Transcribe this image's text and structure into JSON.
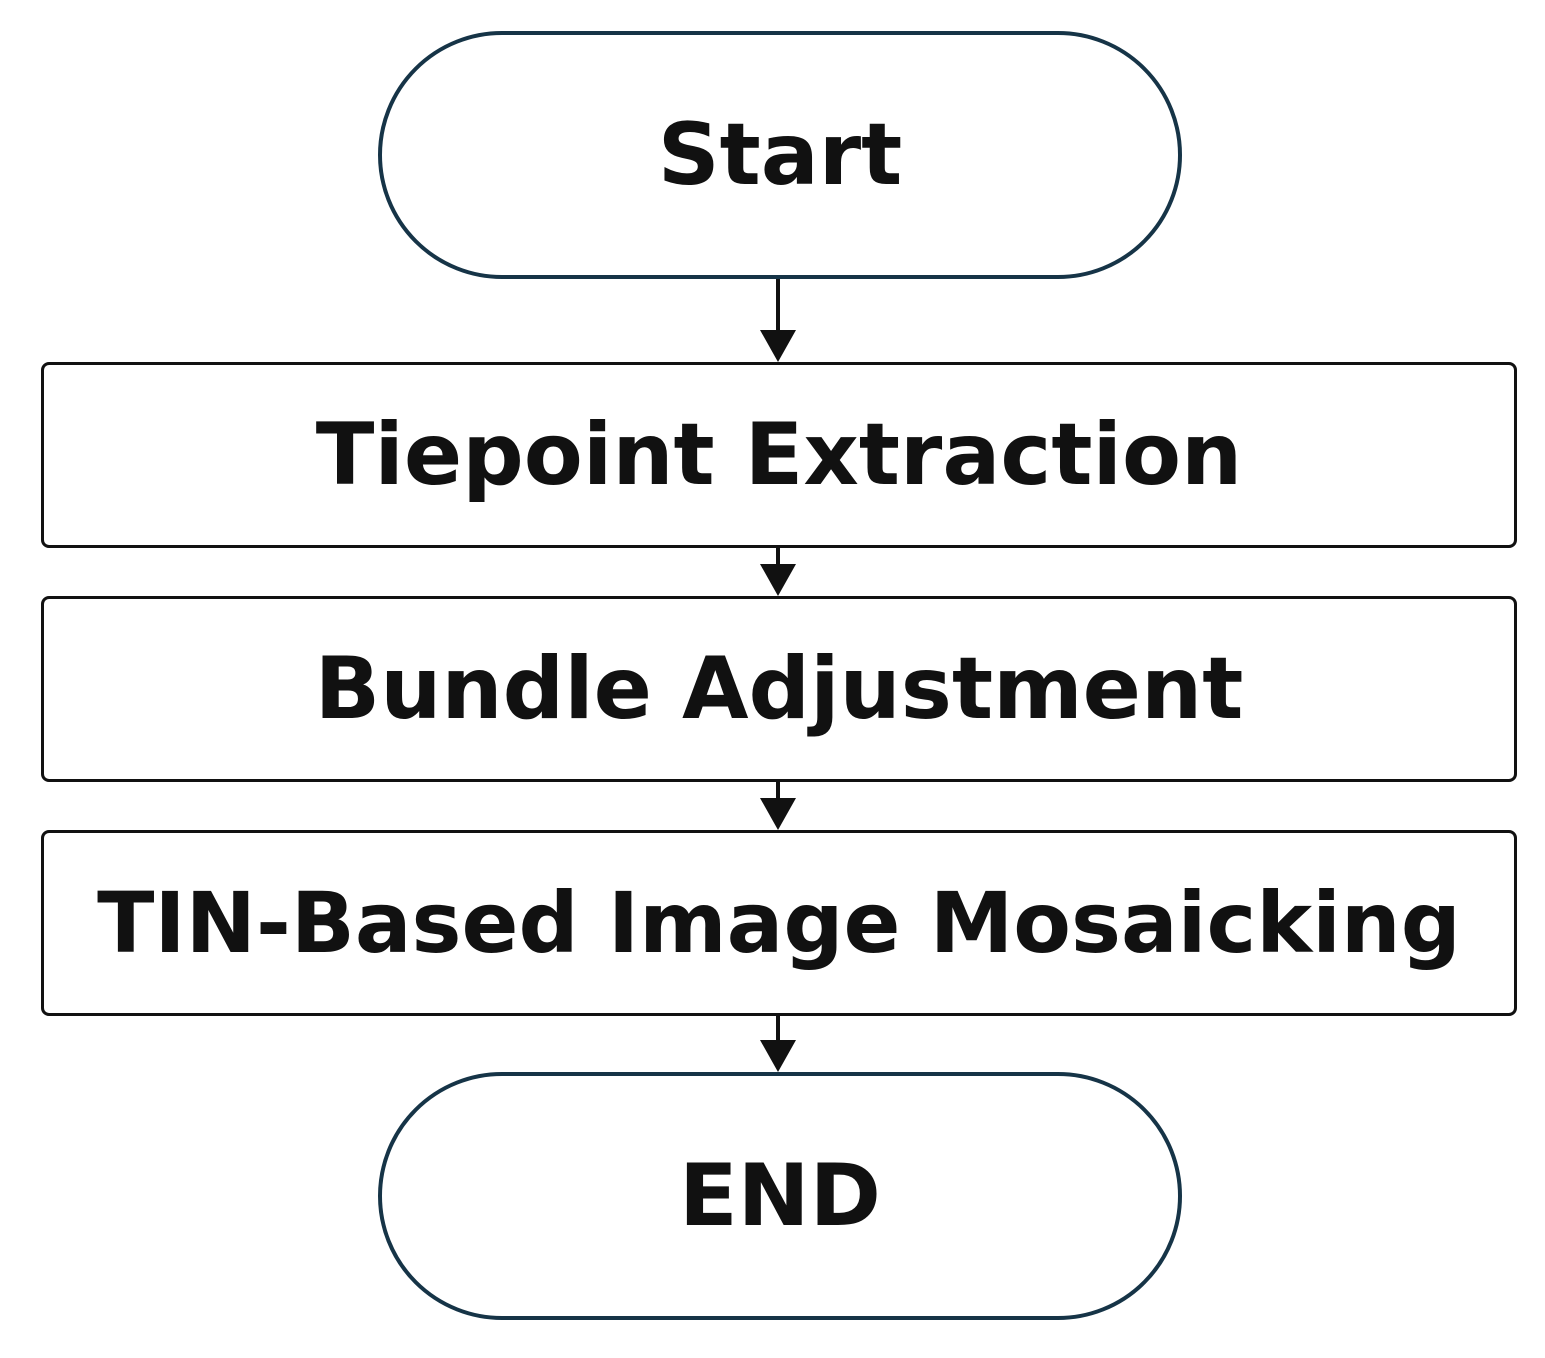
{
  "flowchart": {
    "start_label": "Start",
    "steps": [
      {
        "label": "Tiepoint Extraction"
      },
      {
        "label": "Bundle Adjustment"
      },
      {
        "label": "TIN-Based Image Mosaicking"
      }
    ],
    "end_label": "END"
  },
  "colors": {
    "terminal_border": "#163447",
    "process_border": "#111111",
    "text": "#111111",
    "arrow": "#111111"
  }
}
